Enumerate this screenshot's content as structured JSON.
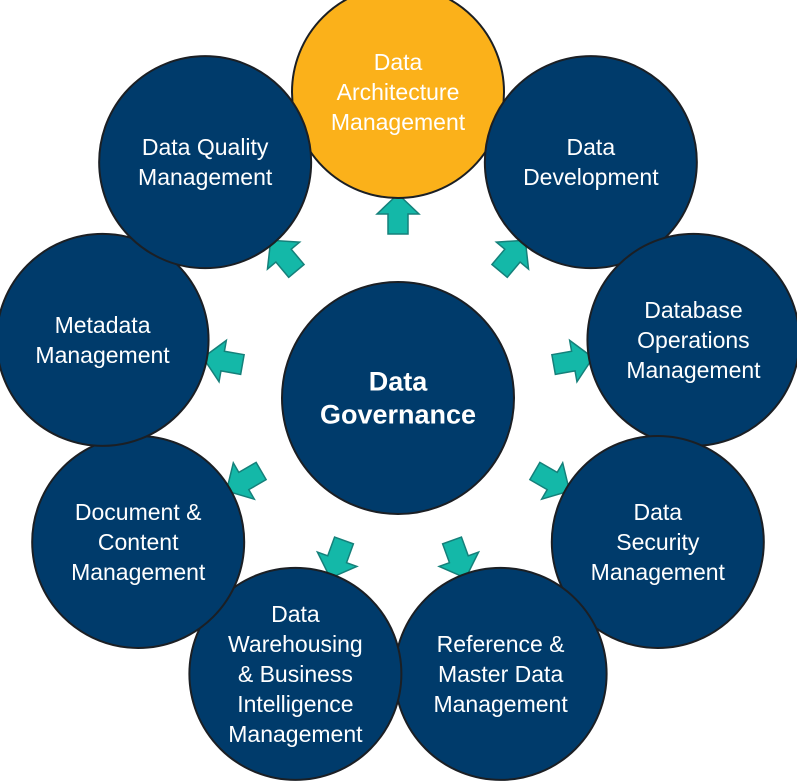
{
  "colors": {
    "node": "#003b6b",
    "highlight": "#fbb11a",
    "arrow": "#14b8a8",
    "outline": "#1b1f24"
  },
  "center": {
    "lines": [
      "Data",
      "Governance"
    ]
  },
  "nodes": [
    {
      "id": "data-architecture-management",
      "lines": [
        "Data",
        "Architecture",
        "Management"
      ],
      "highlight": true
    },
    {
      "id": "data-development",
      "lines": [
        "Data",
        "Development"
      ]
    },
    {
      "id": "database-operations-management",
      "lines": [
        "Database",
        "Operations",
        "Management"
      ]
    },
    {
      "id": "data-security-management",
      "lines": [
        "Data",
        "Security",
        "Management"
      ]
    },
    {
      "id": "reference-master-data-management",
      "lines": [
        "Reference &",
        "Master Data",
        "Management"
      ]
    },
    {
      "id": "data-warehousing-bi-management",
      "lines": [
        "Data",
        "Warehousing",
        "& Business",
        "Intelligence",
        "Management"
      ]
    },
    {
      "id": "document-content-management",
      "lines": [
        "Document &",
        "Content",
        "Management"
      ]
    },
    {
      "id": "metadata-management",
      "lines": [
        "Metadata",
        "Management"
      ]
    },
    {
      "id": "data-quality-management",
      "lines": [
        "Data Quality",
        "Management"
      ]
    }
  ]
}
